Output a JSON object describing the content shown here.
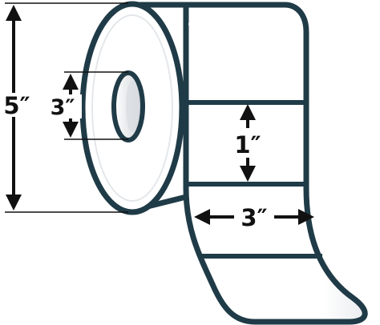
{
  "labels": {
    "roll_outer_diameter": "5″",
    "core_inner_diameter": "3″",
    "label_height": "1″",
    "label_width": "3″"
  },
  "colors": {
    "outline": "#1f3b47",
    "arrow": "#111111",
    "label_fill": "#ffffff",
    "label_shade": "#eef0f3",
    "core_shadow": "#c8ccd2"
  }
}
